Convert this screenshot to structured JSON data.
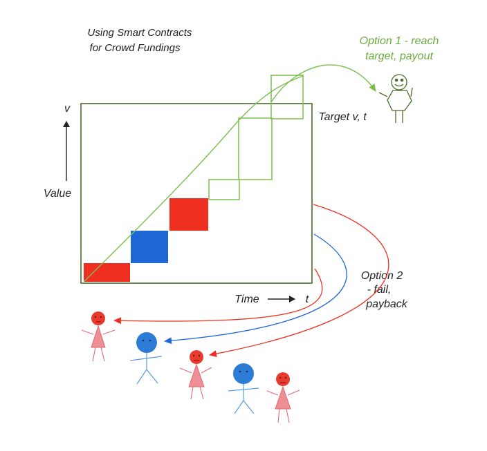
{
  "title": {
    "line1": "Using Smart Contracts",
    "line2": "for Crowd Fundings"
  },
  "axes": {
    "y_label": "Value",
    "y_symbol": "v",
    "x_label": "Time",
    "x_symbol": "t"
  },
  "target": {
    "label": "Target v, t"
  },
  "option1": {
    "line1": "Option 1 - reach",
    "line2": "target, payout"
  },
  "option2": {
    "line1": "Option 2",
    "line2": "- fail,",
    "line3": "payback"
  },
  "colors": {
    "frame": "#4a6b2a",
    "green": "#7cbf4f",
    "option1_text": "#6aab3c",
    "red": "#ef2f20",
    "blue": "#1f66d6",
    "pink": "#ee8f95",
    "face_red": "#e83a2f",
    "face_blue": "#2c7bd4",
    "ink": "#222222"
  }
}
